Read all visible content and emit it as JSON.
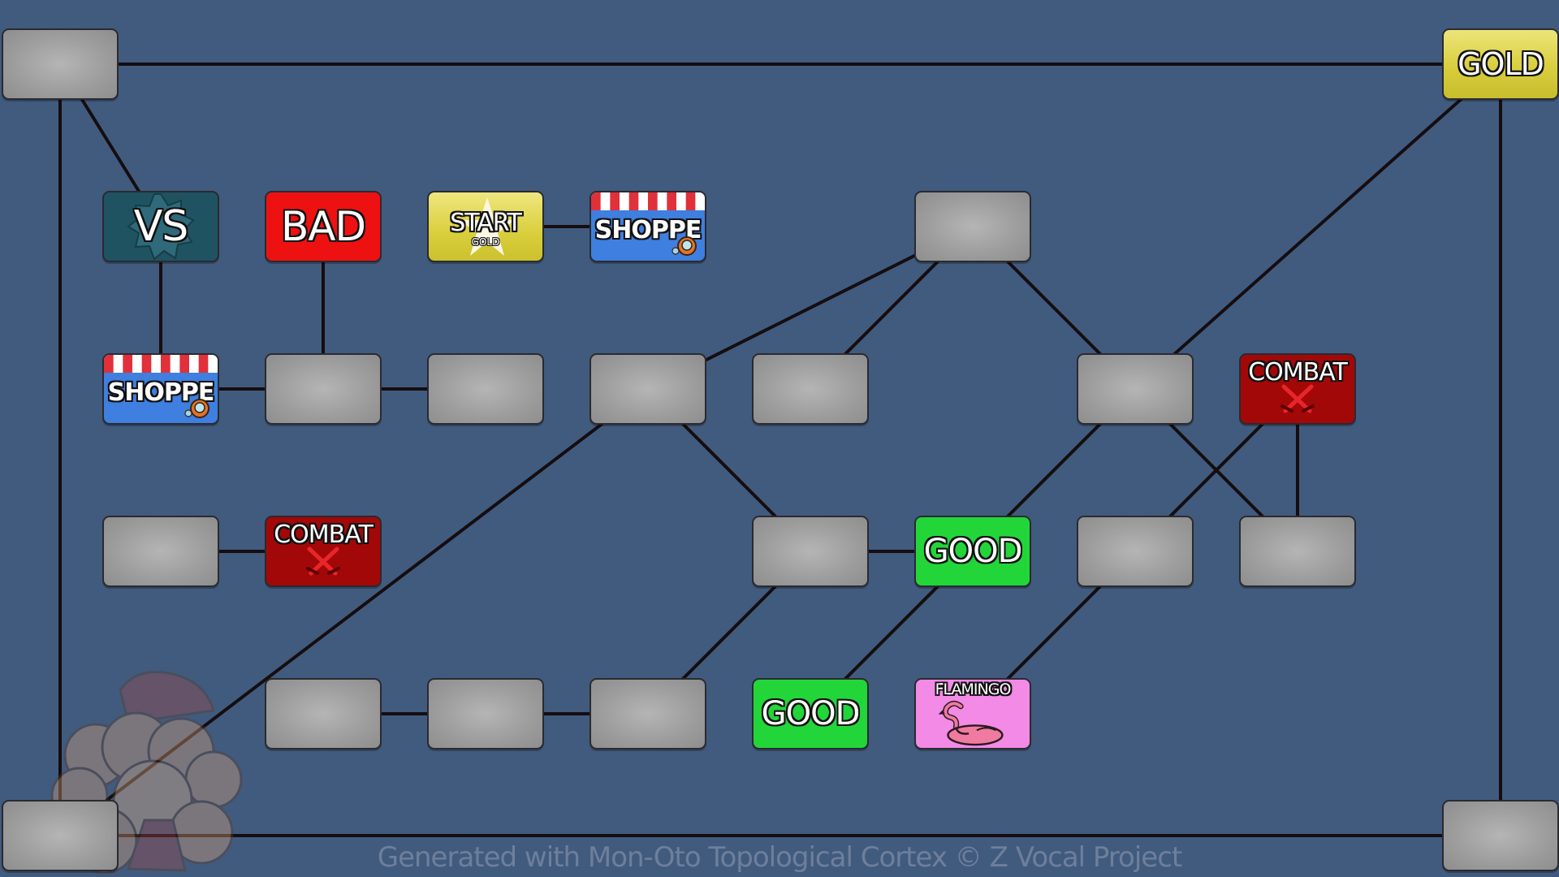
{
  "nodes": [
    {
      "id": "n1",
      "type": "empty"
    },
    {
      "id": "n2",
      "type": "gold",
      "label": "GOLD"
    },
    {
      "id": "n3",
      "type": "vs",
      "label": "VS"
    },
    {
      "id": "n4",
      "type": "bad",
      "label": "BAD"
    },
    {
      "id": "n5",
      "type": "start",
      "label": "START",
      "sublabel": "GOLD"
    },
    {
      "id": "n6",
      "type": "shoppe",
      "label": "SHOPPE"
    },
    {
      "id": "n7",
      "type": "empty"
    },
    {
      "id": "n8",
      "type": "shoppe",
      "label": "SHOPPE"
    },
    {
      "id": "n9",
      "type": "empty"
    },
    {
      "id": "n10",
      "type": "empty"
    },
    {
      "id": "n11",
      "type": "empty"
    },
    {
      "id": "n12",
      "type": "empty"
    },
    {
      "id": "n13",
      "type": "empty"
    },
    {
      "id": "n14",
      "type": "combat",
      "label": "COMBAT"
    },
    {
      "id": "n15",
      "type": "empty"
    },
    {
      "id": "n16",
      "type": "combat",
      "label": "COMBAT"
    },
    {
      "id": "n17",
      "type": "empty"
    },
    {
      "id": "n18",
      "type": "good",
      "label": "GOOD"
    },
    {
      "id": "n19",
      "type": "empty"
    },
    {
      "id": "n20",
      "type": "empty"
    },
    {
      "id": "n21",
      "type": "empty"
    },
    {
      "id": "n22",
      "type": "empty"
    },
    {
      "id": "n23",
      "type": "empty"
    },
    {
      "id": "n24",
      "type": "good",
      "label": "GOOD"
    },
    {
      "id": "n25",
      "type": "flamingo",
      "label": "FLAMINGO"
    },
    {
      "id": "n26",
      "type": "empty"
    },
    {
      "id": "n27",
      "type": "empty"
    }
  ],
  "edges": [
    [
      "n1",
      "n2"
    ],
    [
      "n1",
      "n3"
    ],
    [
      "n1",
      "n26"
    ],
    [
      "n2",
      "n27"
    ],
    [
      "n2",
      "n13"
    ],
    [
      "n26",
      "n27"
    ],
    [
      "n3",
      "n8"
    ],
    [
      "n4",
      "n9"
    ],
    [
      "n5",
      "n6"
    ],
    [
      "n8",
      "n9"
    ],
    [
      "n9",
      "n10"
    ],
    [
      "n11",
      "n7"
    ],
    [
      "n12",
      "n7"
    ],
    [
      "n7",
      "n13"
    ],
    [
      "n11",
      "n17"
    ],
    [
      "n11",
      "n26"
    ],
    [
      "n13",
      "n18"
    ],
    [
      "n13",
      "n20"
    ],
    [
      "n14",
      "n19"
    ],
    [
      "n14",
      "n20"
    ],
    [
      "n15",
      "n16"
    ],
    [
      "n17",
      "n18"
    ],
    [
      "n17",
      "n23"
    ],
    [
      "n18",
      "n24"
    ],
    [
      "n19",
      "n25"
    ],
    [
      "n21",
      "n22"
    ],
    [
      "n22",
      "n23"
    ]
  ],
  "colors": {
    "background": "#415b7e",
    "edge": "#150d10",
    "empty": "#9c9c9c",
    "gold": "#d8ce3e",
    "vs": "#1f5361",
    "bad": "#ee1111",
    "start": "#d9cf3c",
    "shoppe": "#3e7fdf",
    "combat": "#a30808",
    "good": "#22d63a",
    "flamingo": "#f28ae6"
  },
  "footer": "Generated with Mon-Oto Topological Cortex © Z Vocal Project"
}
